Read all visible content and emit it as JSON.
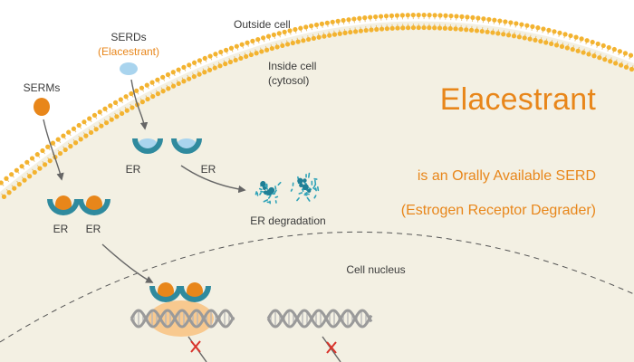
{
  "labels": {
    "outside_cell": "Outside cell",
    "inside_cell_line1": "Inside cell",
    "inside_cell_line2": "(cytosol)",
    "serds": "SERDs",
    "elacestrant_paren": "(Elacestrant)",
    "serms": "SERMs",
    "er": "ER",
    "er_degradation": "ER degradation",
    "cell_nucleus": "Cell nucleus"
  },
  "title": "Elacestrant",
  "subtitle_line1": "is an Orally Available SERD",
  "subtitle_line2": "(Estrogen Receptor Degrader)",
  "colors": {
    "accent_orange": "#e8861a",
    "receptor_teal": "#2f8a9e",
    "serd_blue": "#a9d4ee",
    "cytosol": "#f3f0e3",
    "membrane_dot": "#f3b330",
    "dna_gray": "#9a9a9a",
    "degradation_teal": "#2fa3b8",
    "transcription_blocked_red": "#d9342b"
  }
}
